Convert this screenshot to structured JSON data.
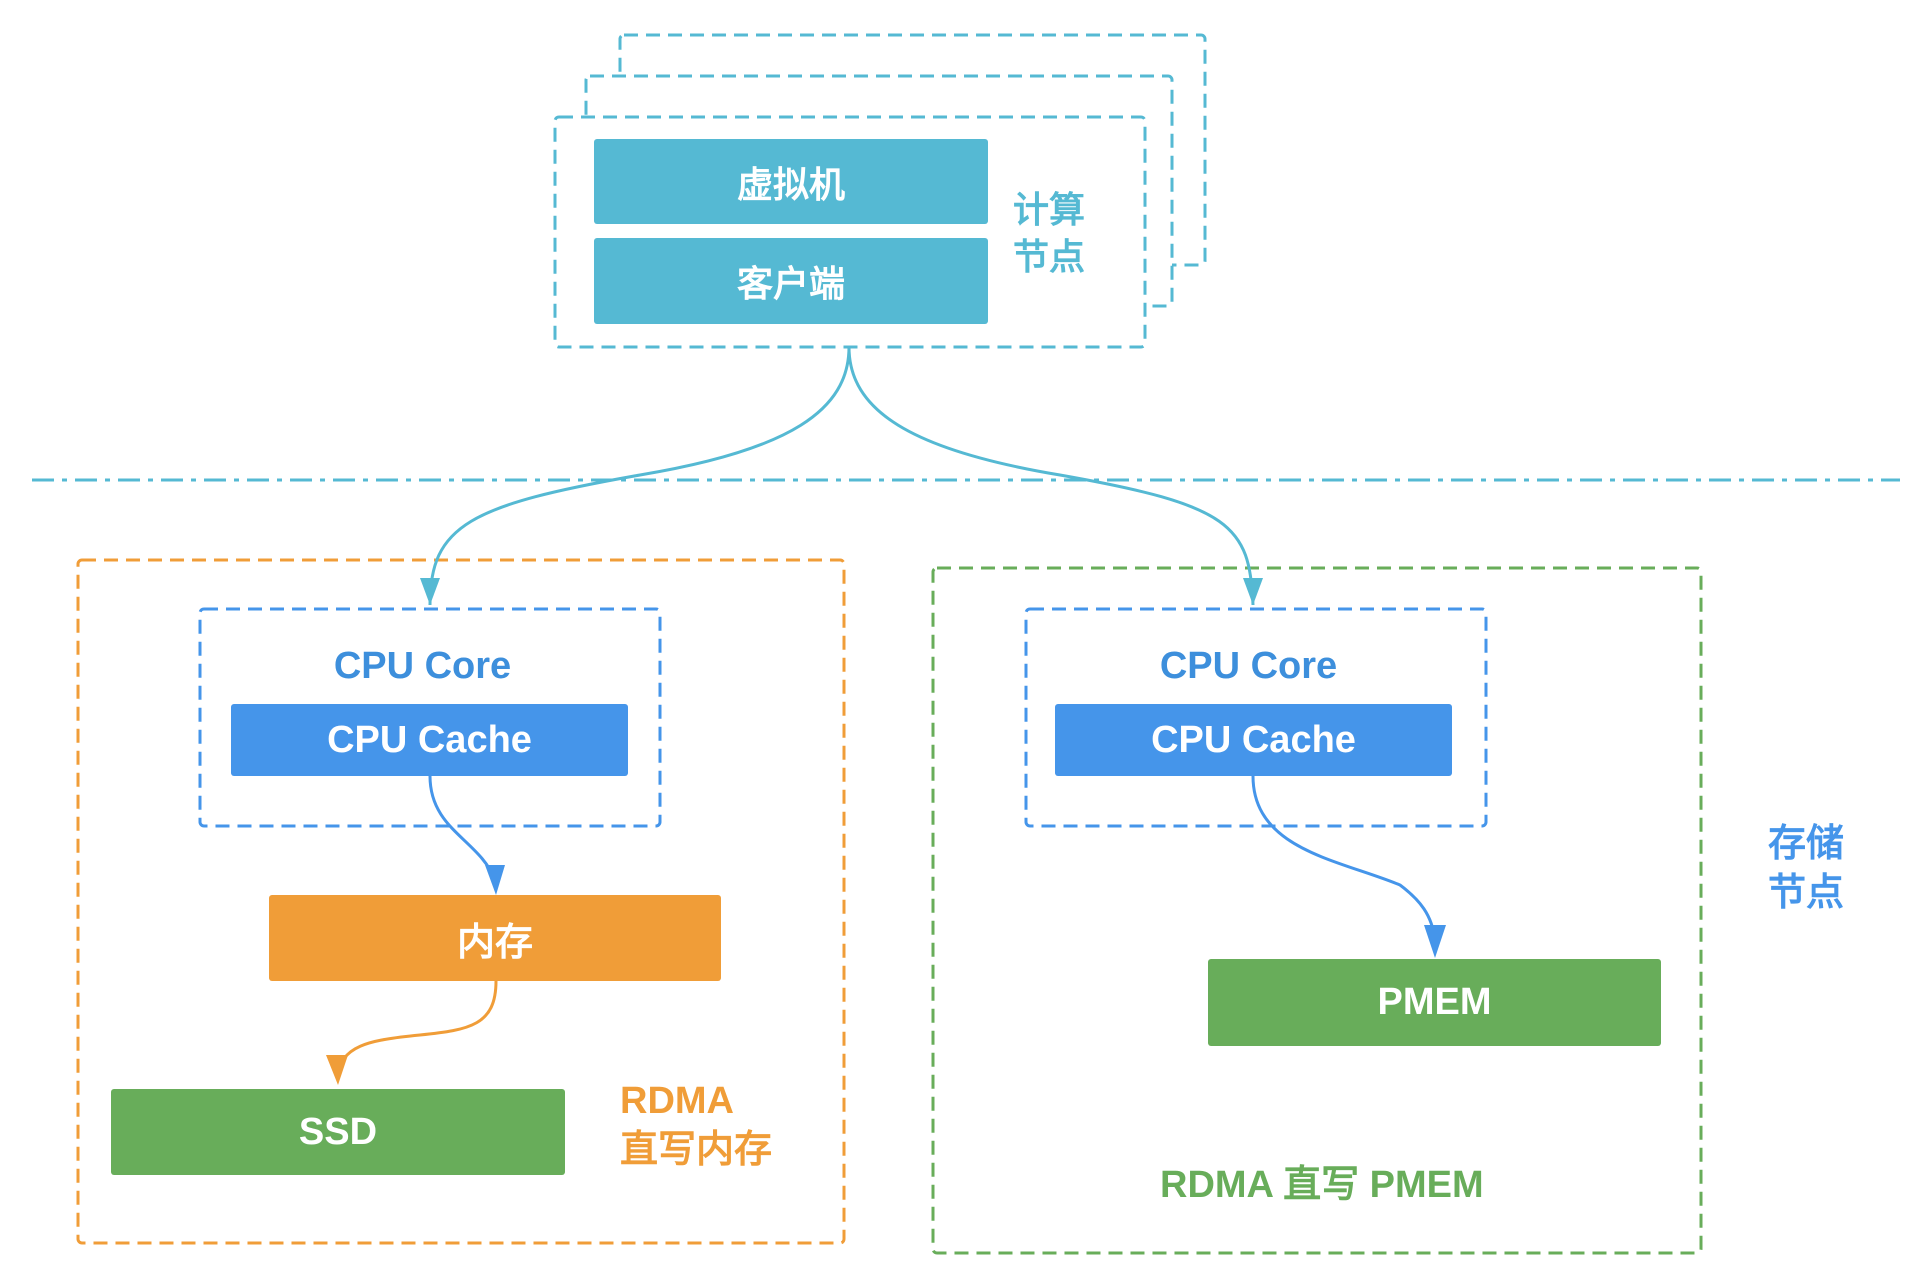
{
  "compute": {
    "vm_label": "虚拟机",
    "client_label": "客户端",
    "node_label_line1": "计算",
    "node_label_line2": "节点"
  },
  "storage": {
    "node_label_line1": "存储",
    "node_label_line2": "节点"
  },
  "left_path": {
    "cpu_core_label": "CPU Core",
    "cpu_cache_label": "CPU Cache",
    "memory_label": "内存",
    "ssd_label": "SSD",
    "caption_line1": "RDMA",
    "caption_line2": "直写内存"
  },
  "right_path": {
    "cpu_core_label": "CPU Core",
    "cpu_cache_label": "CPU Cache",
    "pmem_label": "PMEM",
    "caption": "RDMA 直写 PMEM"
  },
  "colors": {
    "teal": "#55b9d3",
    "blue": "#4595ea",
    "orange": "#f09d38",
    "green": "#68ad5a",
    "core_text": "#3d8fdc"
  }
}
